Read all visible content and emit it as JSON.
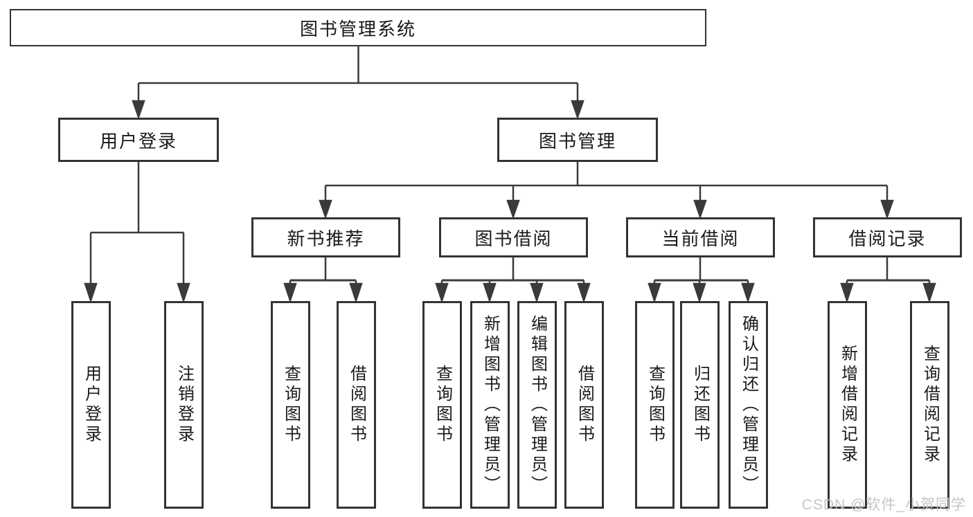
{
  "diagram_title": "图书管理系统",
  "tree": {
    "root": {
      "label": "图书管理系统",
      "children": [
        {
          "label": "用户登录",
          "children": [
            {
              "label": "用户登录"
            },
            {
              "label": "注销登录"
            }
          ]
        },
        {
          "label": "图书管理",
          "children": [
            {
              "label": "新书推荐",
              "children": [
                {
                  "label": "查询图书"
                },
                {
                  "label": "借阅图书"
                }
              ]
            },
            {
              "label": "图书借阅",
              "children": [
                {
                  "label": "查询图书"
                },
                {
                  "label": "新增图书（管理员）"
                },
                {
                  "label": "编辑图书（管理员）"
                },
                {
                  "label": "借阅图书"
                }
              ]
            },
            {
              "label": "当前借阅",
              "children": [
                {
                  "label": "查询图书"
                },
                {
                  "label": "归还图书"
                },
                {
                  "label": "确认归还（管理员）"
                }
              ]
            },
            {
              "label": "借阅记录",
              "children": [
                {
                  "label": "新增借阅记录"
                },
                {
                  "label": "查询借阅记录"
                }
              ]
            }
          ]
        }
      ]
    }
  },
  "watermark": {
    "text": "CSDN @软件_小贺同学"
  },
  "colors": {
    "background": "#ffffff",
    "border": "#333333",
    "line": "#3a3a3a",
    "text": "#1a1a1a",
    "watermark": "#c4c4c4"
  }
}
